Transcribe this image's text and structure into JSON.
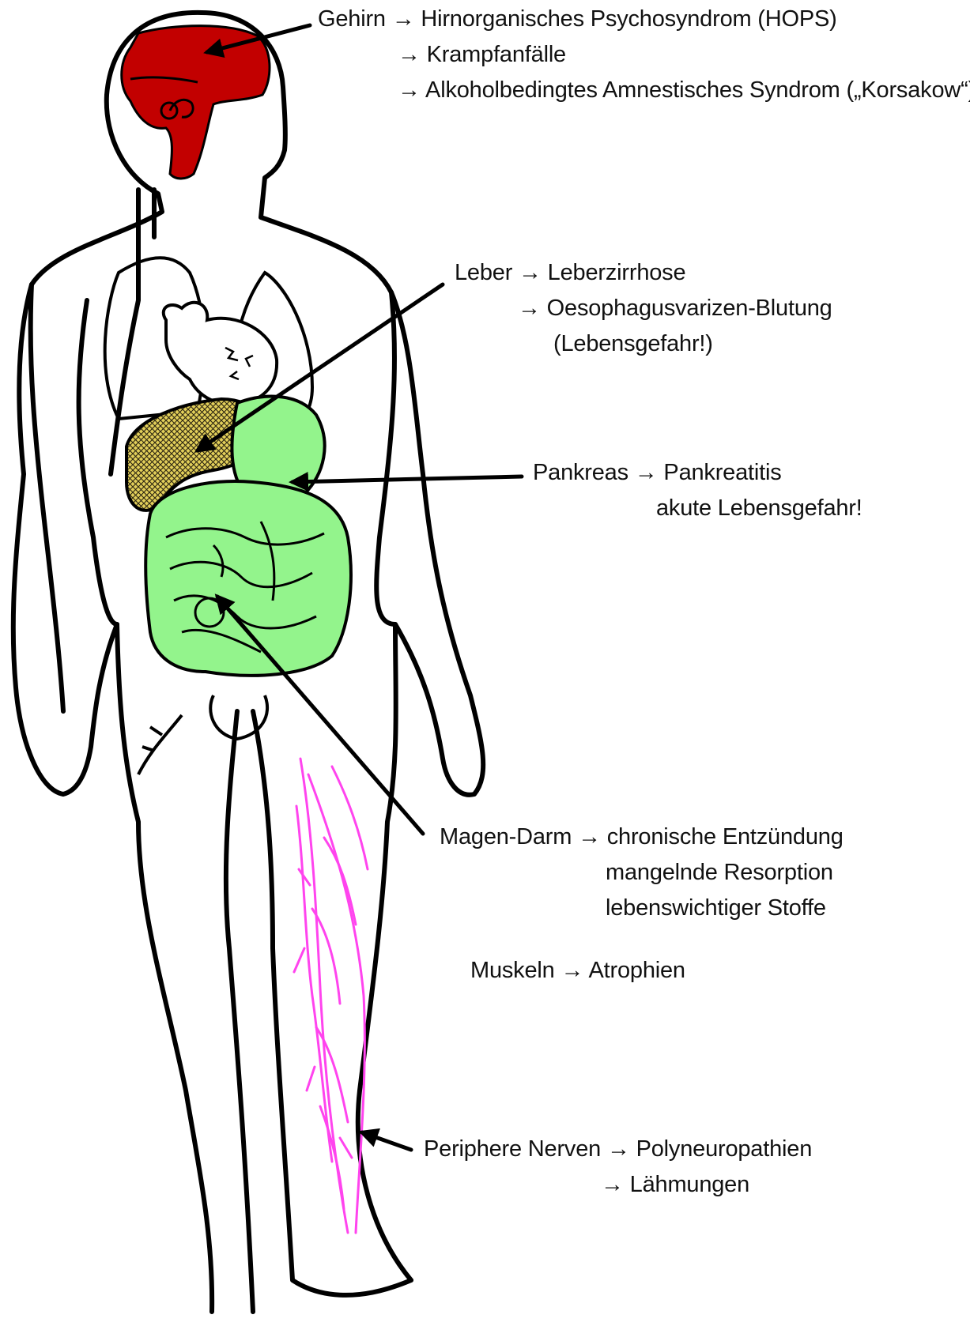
{
  "labels": {
    "brain": [
      "Gehirn  → Hirnorganisches Psychosyndrom (HOPS)",
      "→ Krampfanfälle",
      "→ Alkoholbedingtes Amnestisches Syndrom („Korsakow“)"
    ],
    "liver": [
      "Leber → Leberzirrhose",
      "→  Oesophagusvarizen-Blutung",
      "(Lebensgefahr!)"
    ],
    "pancreas": [
      "Pankreas → Pankreatitis",
      "akute Lebensgefahr!"
    ],
    "gut": [
      "Magen-Darm → chronische Entzündung",
      "mangelnde Resorption",
      "lebenswichtiger Stoffe"
    ],
    "muscles": [
      "Muskeln → Atrophien"
    ],
    "nerves": [
      "Periphere Nerven → Polyneuropathien",
      "→ Lähmungen"
    ]
  },
  "colors": {
    "brain": "#c20000",
    "liver": "#e2cf5a",
    "intestine": "#93f48c",
    "nerves": "#ff44ee",
    "outline": "#000000"
  }
}
